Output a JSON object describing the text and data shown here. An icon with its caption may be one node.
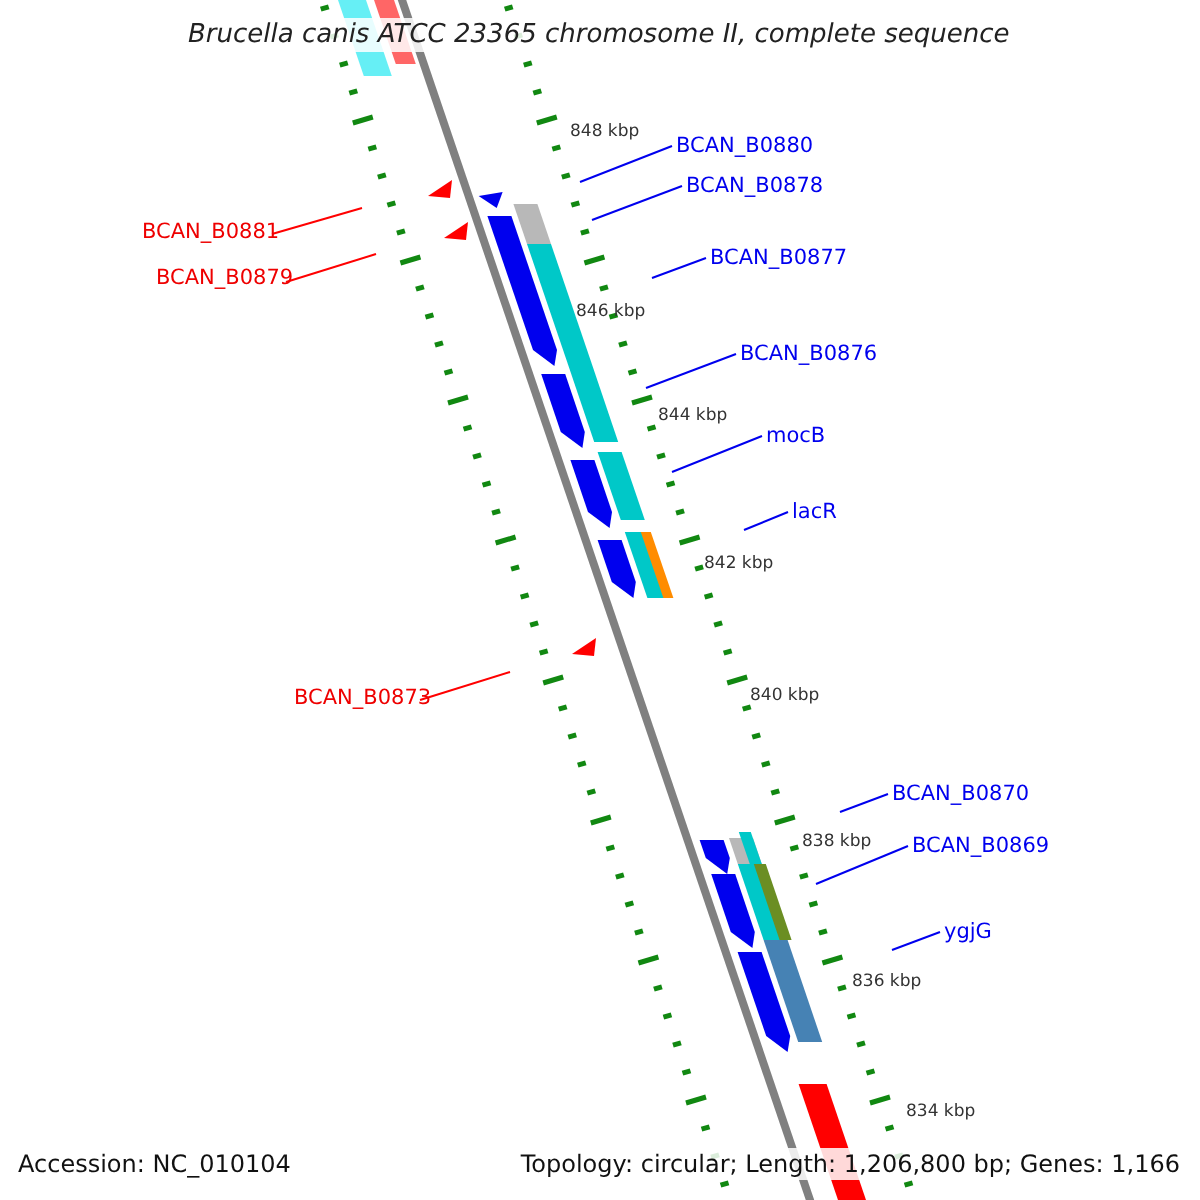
{
  "diagram": {
    "title": "Brucella canis ATCC 23365 chromosome II, complete sequence",
    "nodes": [
      {
        "text": [
          "BCAN_B0880"
        ]
      },
      {
        "text": [
          "BCAN_B0878"
        ]
      },
      {
        "text": [
          "BCAN_B0881"
        ]
      },
      {
        "text": [
          "BCAN_B0877"
        ]
      },
      {
        "text": [
          "BCAN_B0879"
        ]
      },
      {
        "text": [
          "BCAN_B0876"
        ]
      },
      {
        "text": [
          "mocB"
        ]
      },
      {
        "text": [
          "lacR"
        ]
      },
      {
        "text": [
          "BCAN_B0873"
        ]
      },
      {
        "text": [
          "BCAN_B0870"
        ]
      },
      {
        "text": [
          "BCAN_B0869"
        ]
      },
      {
        "text": [
          "ygjG"
        ]
      }
    ],
    "edges": [
      {
        "from": 0,
        "to": null,
        "arrow": "none"
      },
      {
        "from": 1,
        "to": null,
        "arrow": "none"
      },
      {
        "from": 2,
        "to": null,
        "arrow": "none",
        "color": "#ff0000"
      },
      {
        "from": 3,
        "to": null,
        "arrow": "none"
      },
      {
        "from": 4,
        "to": null,
        "arrow": "none",
        "color": "#ff0000"
      },
      {
        "from": 5,
        "to": null,
        "arrow": "none"
      },
      {
        "from": 6,
        "to": null,
        "arrow": "none"
      },
      {
        "from": 7,
        "to": null,
        "arrow": "none"
      },
      {
        "from": 8,
        "to": null,
        "arrow": "none",
        "color": "#ff0000"
      },
      {
        "from": 9,
        "to": null,
        "arrow": "none"
      },
      {
        "from": 10,
        "to": null,
        "arrow": "none"
      },
      {
        "from": 11,
        "to": null,
        "arrow": "none"
      }
    ],
    "labels": [
      "848 kbp",
      "846 kbp",
      "844 kbp",
      "842 kbp",
      "840 kbp",
      "838 kbp",
      "836 kbp",
      "834 kbp",
      "Accession: NC_010104",
      "Topology: circular; Length: 1,206,800 bp; Genes: 1,166"
    ]
  }
}
